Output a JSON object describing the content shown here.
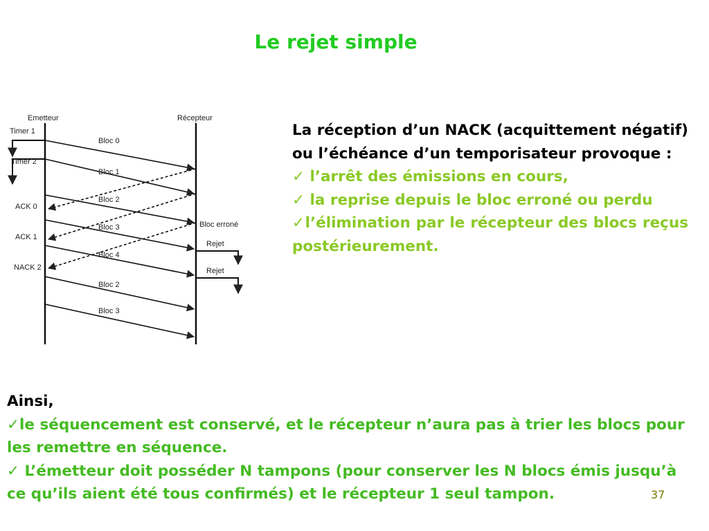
{
  "title": "Le rejet simple",
  "colors": {
    "title": "#22cc22",
    "bullet_right": "#8ac926",
    "bullet_bottom": "#44bb22"
  },
  "diagram": {
    "emitter_label": "Emetteur",
    "receiver_label": "Récepteur",
    "timer1": "Timer 1",
    "timer2": "Timer 2",
    "ack0": "ACK 0",
    "ack1": "ACK 1",
    "nack2": "NACK 2",
    "bloc0": "Bloc 0",
    "bloc1": "Bloc 1",
    "bloc2": "Bloc 2",
    "bloc3": "Bloc 3",
    "bloc4": "Bloc 4",
    "bloc2b": "Bloc 2",
    "bloc3b": "Bloc 3",
    "bloc_errone": "Bloc erroné",
    "rejet1": "Rejet",
    "rejet2": "Rejet"
  },
  "right": {
    "intro": "La réception d’un NACK (acquittement négatif) ou l’échéance d’un temporisateur provoque :",
    "bullet_mark": "✓",
    "items": [
      " l’arrêt des émissions en cours,",
      " la reprise depuis le bloc erroné ou perdu",
      "l’élimination par le récepteur des blocs reçus postérieurement."
    ]
  },
  "bottom": {
    "lead": "Ainsi,",
    "bullet_mark": "✓",
    "item1": "le séquencement est conservé, et le récepteur n’aura pas à trier les blocs pour les remettre en séquence.",
    "item2": " L’émetteur doit posséder N tampons (pour conserver les N blocs émis jusqu’à ce qu’ils aient été tous confirmés) et le récepteur 1 seul tampon."
  },
  "page_number": "37"
}
